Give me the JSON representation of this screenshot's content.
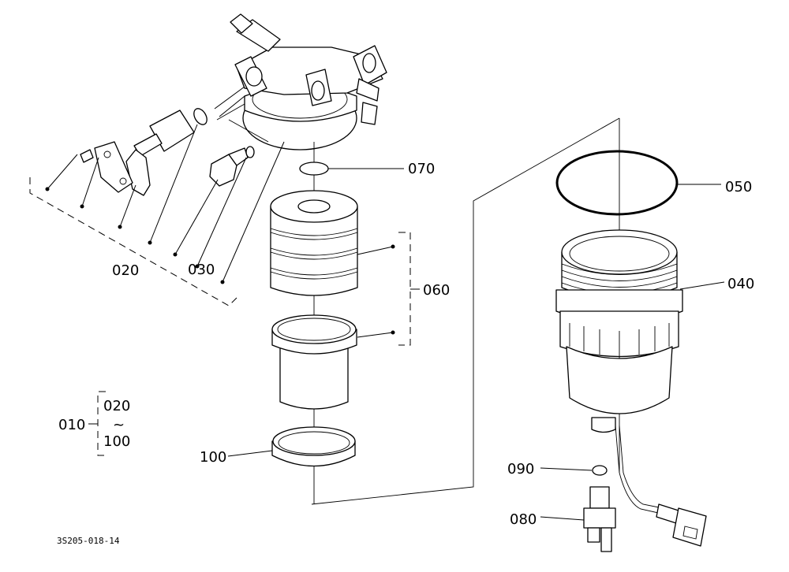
{
  "diagram": {
    "drawing_code": "3S205-018-14",
    "callouts": {
      "c010": "010",
      "c020": "020",
      "c030": "030",
      "c040": "040",
      "c050": "050",
      "c060": "060",
      "c070": "070",
      "c080": "080",
      "c090": "090",
      "c100": "100"
    },
    "range_brace": {
      "from": "020",
      "tilde": "~",
      "to": "100"
    },
    "colors": {
      "line": "#000000",
      "background": "#ffffff"
    }
  }
}
